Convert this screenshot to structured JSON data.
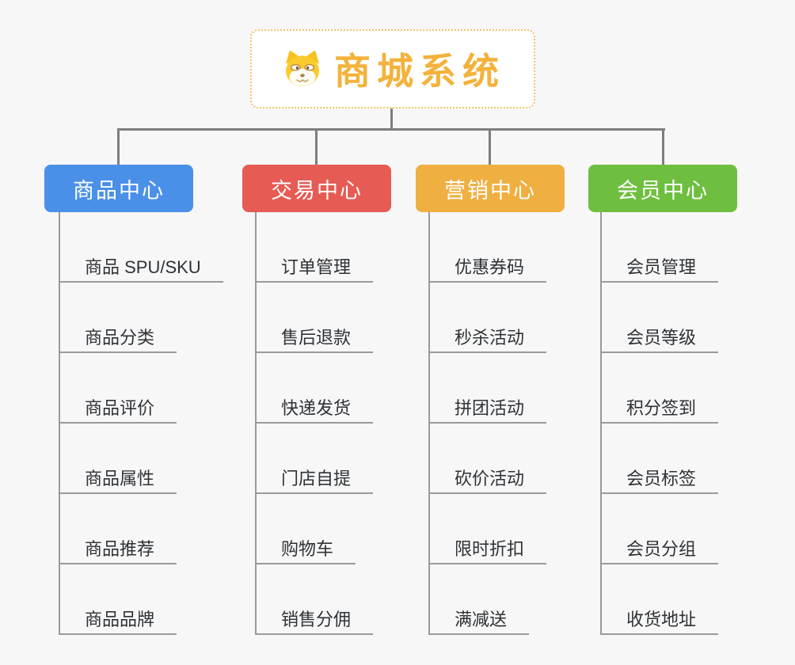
{
  "root": {
    "title": "商城系统",
    "icon": "dog-face-icon"
  },
  "colors": {
    "background": "#F7F7F7",
    "root_accent": "#F3B23B",
    "root_border": "#F6C06A",
    "connector": "#7E7E7E",
    "underline": "#9A9A9A",
    "leaf_text": "#2E3236"
  },
  "branches": [
    {
      "label": "商品中心",
      "color": "#4A90E8",
      "items": [
        "商品 SPU/SKU",
        "商品分类",
        "商品评价",
        "商品属性",
        "商品推荐",
        "商品品牌"
      ]
    },
    {
      "label": "交易中心",
      "color": "#E65B54",
      "items": [
        "订单管理",
        "售后退款",
        "快递发货",
        "门店自提",
        "购物车",
        "销售分佣"
      ]
    },
    {
      "label": "营销中心",
      "color": "#F0AF41",
      "items": [
        "优惠券码",
        "秒杀活动",
        "拼团活动",
        "砍价活动",
        "限时折扣",
        "满减送"
      ]
    },
    {
      "label": "会员中心",
      "color": "#6EBF40",
      "items": [
        "会员管理",
        "会员等级",
        "积分签到",
        "会员标签",
        "会员分组",
        "收货地址"
      ]
    }
  ]
}
